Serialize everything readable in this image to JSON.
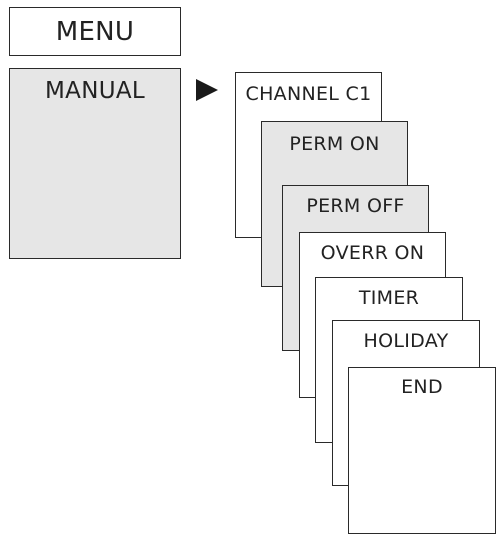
{
  "menu": {
    "title": "MENU",
    "selected": "MANUAL"
  },
  "submenu": {
    "items": [
      {
        "label": "CHANNEL C1",
        "shaded": false
      },
      {
        "label": "PERM ON",
        "shaded": true
      },
      {
        "label": "PERM OFF",
        "shaded": true
      },
      {
        "label": "OVERR ON",
        "shaded": false
      },
      {
        "label": "TIMER",
        "shaded": false
      },
      {
        "label": "HOLIDAY",
        "shaded": false
      },
      {
        "label": "END",
        "shaded": false
      }
    ]
  },
  "icons": {
    "pointer": "arrow-right-icon"
  },
  "colors": {
    "border": "#2a2a2a",
    "shaded_fill": "#e6e6e6",
    "background": "#ffffff",
    "text": "#222222"
  }
}
